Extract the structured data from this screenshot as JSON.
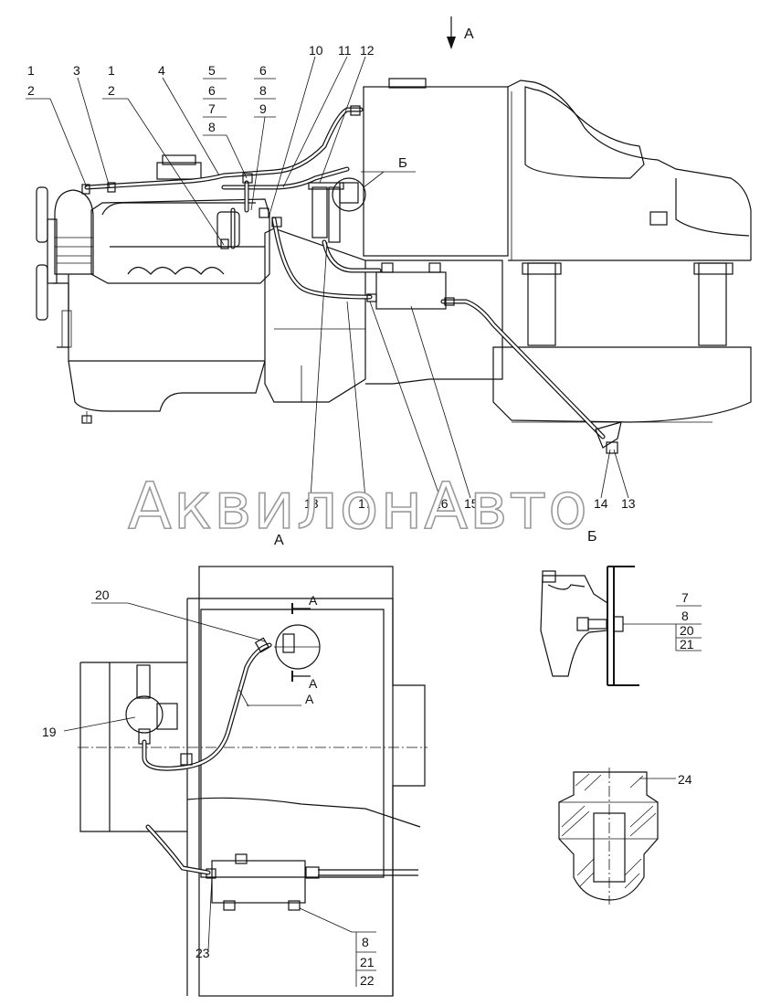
{
  "view_labels": {
    "arrow_view": "А",
    "view_a_title": "А",
    "view_b_title": "Б",
    "callout_b": "Б",
    "section_mark_top": "А",
    "section_mark_bottom": "А",
    "section_leader_a": "А"
  },
  "main_callouts": {
    "c1a": "1",
    "c2a": "2",
    "c3": "3",
    "c1b": "1",
    "c2b": "2",
    "c4": "4",
    "c5": "5",
    "c6a": "6",
    "c7a": "7",
    "c8a": "8",
    "c6b": "6",
    "c8b": "8",
    "c9": "9",
    "c10": "10",
    "c11": "11",
    "c12": "12",
    "c13": "13",
    "c14": "14",
    "c15": "15",
    "c16": "16",
    "c17": "17",
    "c18": "18"
  },
  "view_a_callouts": {
    "c19": "19",
    "c20": "20",
    "c23": "23",
    "c8": "8",
    "c21": "21",
    "c22": "22"
  },
  "view_b_callouts": {
    "c7": "7",
    "c8": "8",
    "c20": "20",
    "c21": "21"
  },
  "section_callouts": {
    "c24": "24"
  },
  "watermark": "АквилонАвто"
}
